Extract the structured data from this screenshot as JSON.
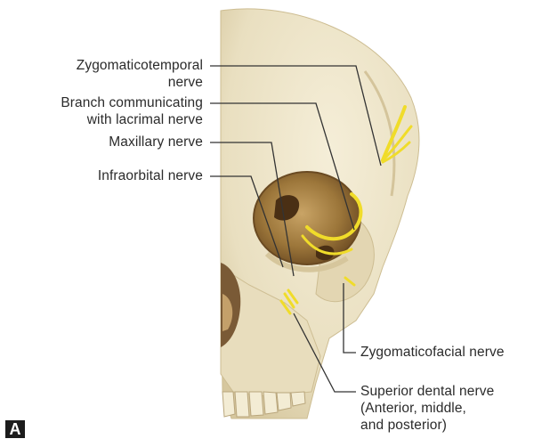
{
  "panel_letter": "A",
  "labels": {
    "zygomaticotemporal_1": "Zygomaticotemporal",
    "zygomaticotemporal_2": "nerve",
    "branch_1": "Branch communicating",
    "branch_2": "with lacrimal nerve",
    "maxillary": "Maxillary nerve",
    "infraorbital": "Infraorbital nerve",
    "zygomaticofacial": "Zygomaticofacial nerve",
    "superior_dental_1": "Superior dental nerve",
    "superior_dental_2": "(Anterior, middle,",
    "superior_dental_3": "and posterior)"
  },
  "colors": {
    "bone": "#ece3c7",
    "bone_shadow": "#d8cba5",
    "orbit": "#9a7438",
    "orbit_dark": "#5e3f1c",
    "nerve": "#f2e030",
    "leader": "#333333"
  }
}
